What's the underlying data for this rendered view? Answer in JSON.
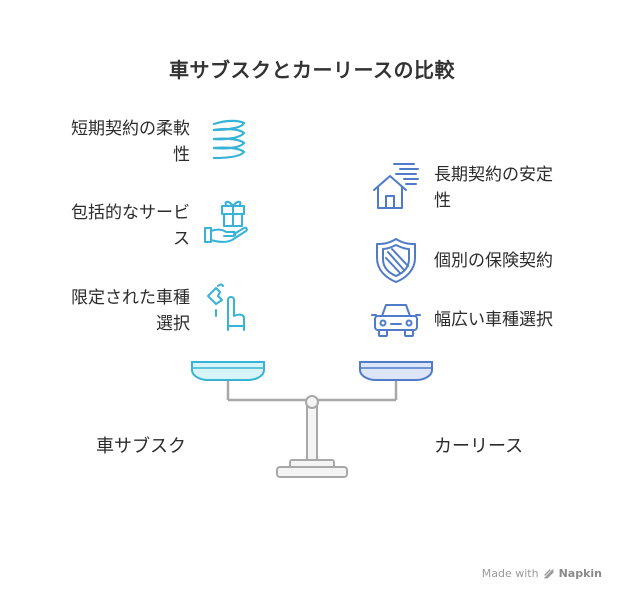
{
  "title": "車サブスクとカーリースの比較",
  "left_side": {
    "label": "車サブスク",
    "items": [
      {
        "line1": "短期契約の柔軟",
        "line2": "性",
        "icon": "spring-icon"
      },
      {
        "line1": "包括的なサービ",
        "line2": "ス",
        "icon": "gift-hand-icon"
      },
      {
        "line1": "限定された車種",
        "line2": "選択",
        "icon": "hand-gesture-icon"
      }
    ]
  },
  "right_side": {
    "label": "カーリース",
    "items": [
      {
        "line1": "長期契約の安定",
        "line2": "性",
        "icon": "house-wind-icon"
      },
      {
        "line1": "個別の保険契約",
        "line2": "",
        "icon": "shield-icon"
      },
      {
        "line1": "幅広い車種選択",
        "line2": "",
        "icon": "car-icon"
      }
    ]
  },
  "colors": {
    "left_accent": "#36b3d6",
    "left_pan_fill": "#d7f5f8",
    "right_accent": "#4f7bc9",
    "right_pan_fill": "#dde6f8",
    "scale_gray": "#a8a8a8"
  },
  "footer": {
    "made_with": "Made with",
    "brand": "Napkin"
  }
}
